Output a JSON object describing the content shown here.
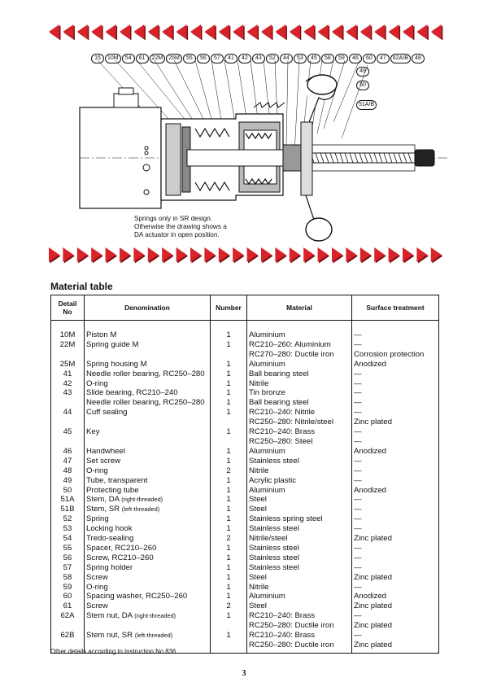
{
  "drawing": {
    "top_callouts": [
      "15",
      "10M",
      "54",
      "61",
      "22M",
      "25M",
      "55",
      "56",
      "57",
      "41",
      "42",
      "43",
      "52",
      "44",
      "53",
      "45",
      "58",
      "59",
      "46",
      "60",
      "47",
      "62A/B",
      "48"
    ],
    "side_callouts": [
      "49",
      "50",
      "51A/B"
    ],
    "caption": [
      "Springs only in SR design.",
      "Otherwise the drawing shows a",
      "DA actuator in open position."
    ]
  },
  "section_title": "Material table",
  "table": {
    "headers": {
      "detail": "Detail No",
      "denomination": "Denomination",
      "number": "Number",
      "material": "Material",
      "surface": "Surface treatment"
    },
    "rows": [
      {
        "detail": "10M",
        "denomination": "Piston M",
        "number": "1",
        "material": "Aluminium",
        "surface": "—"
      },
      {
        "detail": "22M",
        "denomination": "Spring guide M",
        "number": "1",
        "material": "RC210–260: Aluminium",
        "surface": "—"
      },
      {
        "detail": "",
        "denomination": "",
        "number": "",
        "material": "RC270–280: Ductile iron",
        "surface": "Corrosion protection"
      },
      {
        "detail": "25M",
        "denomination": "Spring housing M",
        "number": "1",
        "material": "Aluminium",
        "surface": "Anodized"
      },
      {
        "detail": "41",
        "denomination": "Needle roller bearing, RC250–280",
        "number": "1",
        "material": "Ball bearing steel",
        "surface": "—"
      },
      {
        "detail": "42",
        "denomination": "O-ring",
        "number": "1",
        "material": "Nitrile",
        "surface": "—"
      },
      {
        "detail": "43",
        "denomination": "Slide bearing, RC210–240",
        "number": "1",
        "material": "Tin bronze",
        "surface": "—"
      },
      {
        "detail": "",
        "denomination": "Needle roller bearing, RC250–280",
        "number": "1",
        "material": "Ball bearing steel",
        "surface": "—"
      },
      {
        "detail": "44",
        "denomination": "Cuff sealing",
        "number": "1",
        "material": "RC210–240: Nitrile",
        "surface": "—"
      },
      {
        "detail": "",
        "denomination": "",
        "number": "",
        "material": "RC250–280: Nitrile/steel",
        "surface": "Zinc plated"
      },
      {
        "detail": "45",
        "denomination": "Key",
        "number": "1",
        "material": "RC210–240: Brass",
        "surface": "—"
      },
      {
        "detail": "",
        "denomination": "",
        "number": "",
        "material": "RC250–280: Steel",
        "surface": "—"
      },
      {
        "detail": "46",
        "denomination": "Handwheel",
        "number": "1",
        "material": "Aluminium",
        "surface": "Anodized"
      },
      {
        "detail": "47",
        "denomination": "Set screw",
        "number": "1",
        "material": "Stainless steel",
        "surface": "—"
      },
      {
        "detail": "48",
        "denomination": "O-ring",
        "number": "2",
        "material": "Nitrile",
        "surface": "—"
      },
      {
        "detail": "49",
        "denomination": "Tube, transparent",
        "number": "1",
        "material": "Acrylic plastic",
        "surface": "—"
      },
      {
        "detail": "50",
        "denomination": "Protecting tube",
        "number": "1",
        "material": "Aluminium",
        "surface": "Anodized"
      },
      {
        "detail": "51A",
        "denomination": "Stem, DA",
        "denom_note": "(right-threaded)",
        "number": "1",
        "material": "Steel",
        "surface": "—"
      },
      {
        "detail": "51B",
        "denomination": "Stem, SR",
        "denom_note": "(left-threaded)",
        "number": "1",
        "material": "Steel",
        "surface": "—"
      },
      {
        "detail": "52",
        "denomination": "Spring",
        "number": "1",
        "material": "Stainless spring steel",
        "surface": "—"
      },
      {
        "detail": "53",
        "denomination": "Locking hook",
        "number": "1",
        "material": "Stainless steel",
        "surface": "—"
      },
      {
        "detail": "54",
        "denomination": "Tredo-sealing",
        "number": "2",
        "material": "Nitrile/steel",
        "surface": "Zinc plated"
      },
      {
        "detail": "55",
        "denomination": "Spacer, RC210–260",
        "number": "1",
        "material": "Stainless steel",
        "surface": "—"
      },
      {
        "detail": "56",
        "denomination": "Screw, RC210–260",
        "number": "1",
        "material": "Stainless steel",
        "surface": "—"
      },
      {
        "detail": "57",
        "denomination": "Spring holder",
        "number": "1",
        "material": "Stainless steel",
        "surface": "—"
      },
      {
        "detail": "58",
        "denomination": "Screw",
        "number": "1",
        "material": "Steel",
        "surface": "Zinc plated"
      },
      {
        "detail": "59",
        "denomination": "O-ring",
        "number": "1",
        "material": "Nitrile",
        "surface": "—"
      },
      {
        "detail": "60",
        "denomination": "Spacing washer, RC250–260",
        "number": "1",
        "material": "Aluminium",
        "surface": "Anodized"
      },
      {
        "detail": "61",
        "denomination": "Screw",
        "number": "2",
        "material": "Steel",
        "surface": "Zinc plated"
      },
      {
        "detail": "62A",
        "denomination": "Stem nut, DA",
        "denom_note": "(right-threaded)",
        "number": "1",
        "material": "RC210–240: Brass",
        "surface": "—"
      },
      {
        "detail": "",
        "denomination": "",
        "number": "",
        "material": "RC250–280: Ductile iron",
        "surface": "Zinc plated"
      },
      {
        "detail": "62B",
        "denomination": "Stem nut, SR",
        "denom_note": "(left-threaded)",
        "number": "1",
        "material": "RC210–240: Brass",
        "surface": "—"
      },
      {
        "detail": "",
        "denomination": "",
        "number": "",
        "material": "RC250–280: Ductile iron",
        "surface": "Zinc plated"
      }
    ]
  },
  "footnote": "Other details according to Instruction No 836.",
  "page_number": "3",
  "colors": {
    "arrow_red": "#d8232a",
    "arrow_shadow": "#7a0f12",
    "ink": "#111111"
  }
}
